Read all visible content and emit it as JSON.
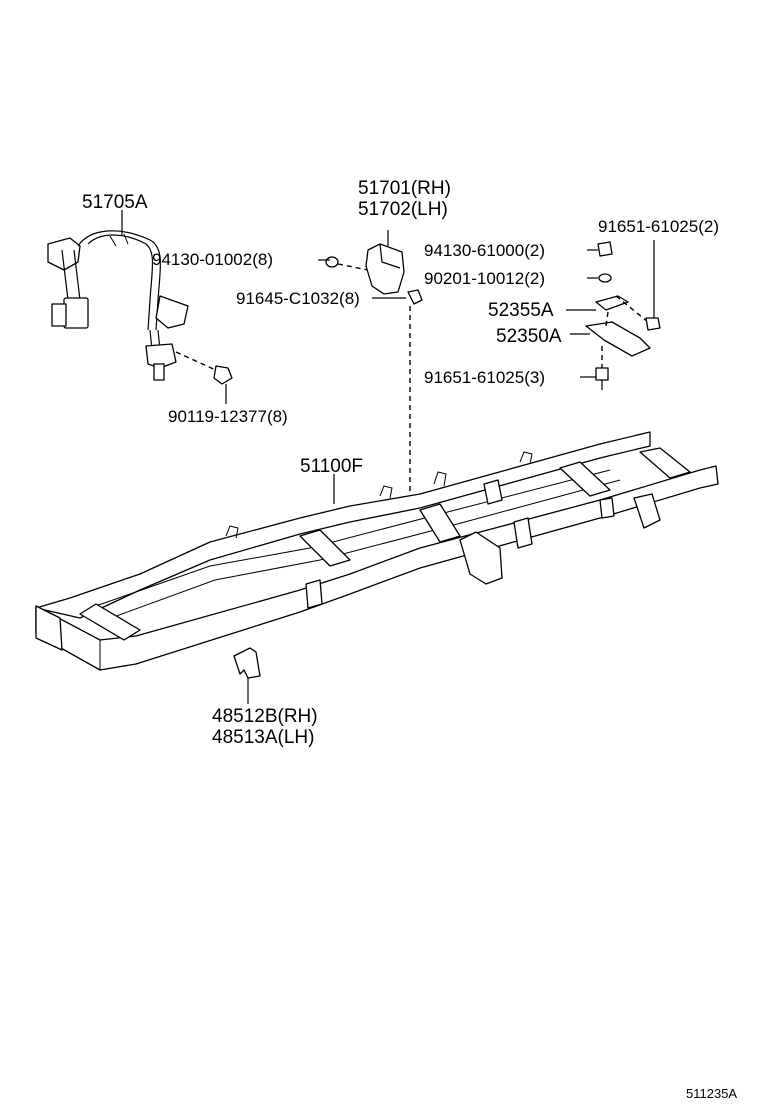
{
  "labels": {
    "harness": "51705A",
    "rh_bracket": "51701(RH)",
    "lh_bracket": "51702(LH)",
    "nut_harness": "94130-01002(8)",
    "bolt_bracket": "91645-C1032(8)",
    "bolt_harness": "90119-12377(8)",
    "frame": "51100F",
    "nut_right": "94130-61000(2)",
    "washer_right": "90201-10012(2)",
    "bolt_top_right": "91651-61025(2)",
    "plate_small": "52355A",
    "plate_large": "52350A",
    "bolt_bottom_right": "91651-61025(3)",
    "bracket_rh": "48512B(RH)",
    "bracket_lh": "48513A(LH)",
    "figure_id": "511235A"
  }
}
